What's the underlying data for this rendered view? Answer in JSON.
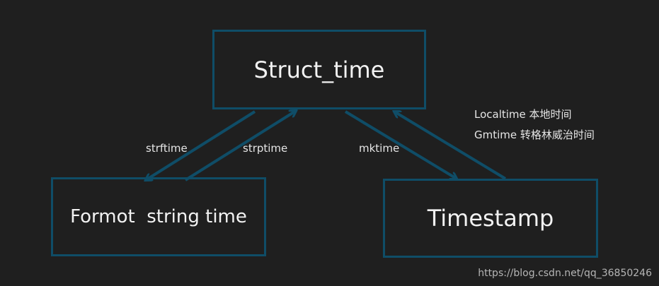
{
  "diagram": {
    "nodes": {
      "struct_time": "Struct_time",
      "format_string": "Formot  string time",
      "timestamp": "Timestamp"
    },
    "edges": {
      "strftime": "strftime",
      "strptime": "strptime",
      "mktime": "mktime"
    },
    "notes": {
      "localtime": "Localtime 本地时间",
      "gmtime": "Gmtime 转格林威治时间"
    }
  },
  "watermark": "https://blog.csdn.net/qq_36850246",
  "colors": {
    "background": "#1f1f1f",
    "box_border": "#0f4d67",
    "arrow": "#0f4d67",
    "text": "#f2f2f2"
  }
}
